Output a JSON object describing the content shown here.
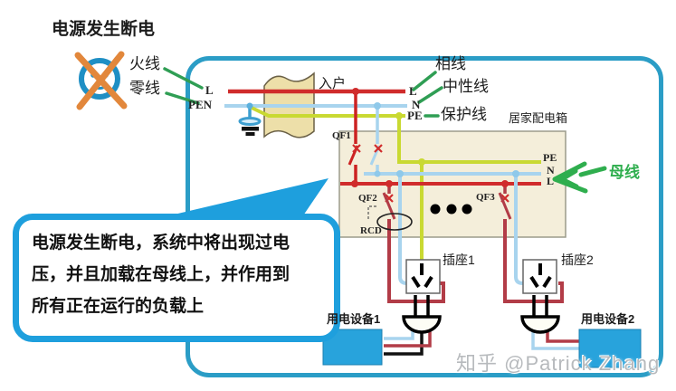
{
  "colors": {
    "frame_blue": "#2b9dc6",
    "bubble_blue": "#1e9fdd",
    "wire_live_red": "#d02c2c",
    "wire_drop_red": "#b23c47",
    "wire_neutral_blue": "#a8d4ee",
    "wire_pe_yellowgreen": "#c9d932",
    "label_green": "#2f9e54",
    "arrow_green": "#2fae4e",
    "device_blue": "#28a3dc",
    "panel_fill": "#f4eeda",
    "wall_fill": "#eddfa9",
    "icon_blue": "#1f8fc4",
    "icon_cross_orange": "#e2873b"
  },
  "header": {
    "title": "电源发生断电",
    "live_label": "火线",
    "neutral_label": "零线",
    "l": "L",
    "pen": "PEN"
  },
  "entry": {
    "label": "入户"
  },
  "supply": {
    "l": "L",
    "n": "N",
    "pe": "PE",
    "phase": "相线",
    "neutral": "中性线",
    "protective": "保护线"
  },
  "panel": {
    "title": "居家配电箱",
    "qf1": "QF1",
    "qf2": "QF2",
    "qf3": "QF3",
    "rcd": "RCD",
    "bus_pe": "PE",
    "bus_n": "N",
    "bus_l": "L",
    "busbar": "母线"
  },
  "loads": {
    "socket1": "插座1",
    "socket2": "插座2",
    "device1": "用电设备1",
    "device2": "用电设备2"
  },
  "callout": {
    "line1": "电源发生断电，系统中将出现过电",
    "line2": "压，并且加载在母线上，并作用到",
    "line3": "所有正在运行的负载上"
  },
  "watermark": "知乎 @Patrick Zhang"
}
